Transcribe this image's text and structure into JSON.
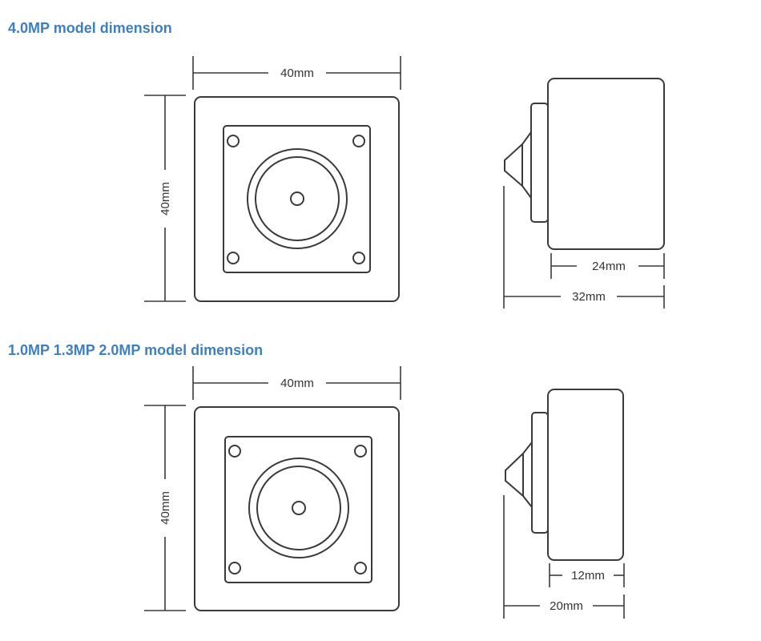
{
  "sections": [
    {
      "title": "4.0MP model dimension",
      "front_width": "40mm",
      "front_height": "40mm",
      "side_body_depth": "24mm",
      "side_total_depth": "32mm"
    },
    {
      "title": "1.0MP 1.3MP 2.0MP model dimension",
      "front_width": "40mm",
      "front_height": "40mm",
      "side_body_depth": "12mm",
      "side_total_depth": "20mm"
    }
  ],
  "colors": {
    "title": "#3d7fc1",
    "line": "#3a3a3a"
  }
}
